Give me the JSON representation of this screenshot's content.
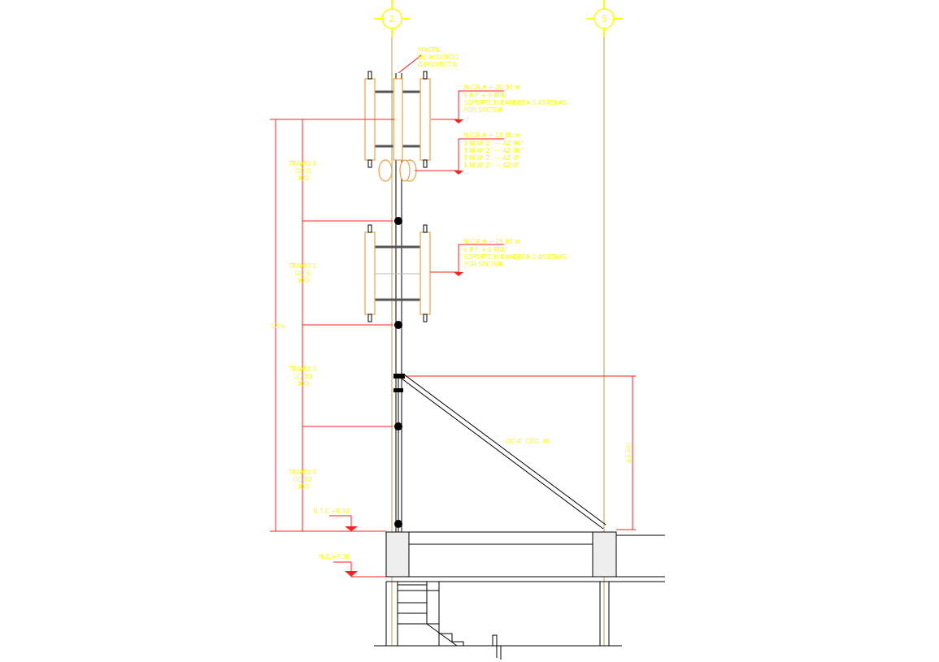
{
  "grid_bubbles": [
    "2",
    "5"
  ],
  "mast_note": [
    "MASTIL",
    "DE ACUERDO",
    "A PROYECTO"
  ],
  "callouts": [
    {
      "level": "N.C.R.A + 20.30 m",
      "lines": [
        "9 R.F + 9 RRU",
        "SOPORTE H BANDERA 3 ANTENAS",
        "POR SECTOR"
      ]
    },
    {
      "level": "N.C.R.A + 18.80 m",
      "lines": [
        "1 M.W. 2´ — AZ 90°",
        "1 M.W. 2´ — AZ 90°",
        "1 M.W. 2´ — AZ 0°",
        "1 M.W. 2´ — AZ 0°"
      ]
    },
    {
      "level": "N.C.R.A + 15.80 m",
      "lines": [
        "6 R.F + 6 RRU",
        "SOPORTE H BANDERA 2 ANTENAS",
        "POR SECTOR"
      ]
    }
  ],
  "sections": [
    {
      "name": "TRAMO 1",
      "spec": "OC 6",
      "length": "300"
    },
    {
      "name": "TRAMO 2",
      "spec": "OC 6",
      "length": "300"
    },
    {
      "name": "TRAMO 3",
      "spec": "OC 10",
      "length": "300"
    },
    {
      "name": "TRAMO 4",
      "spec": "OC 12",
      "length": "300"
    }
  ],
  "total_height": "12m",
  "levels": {
    "ntc": "N.T.C.+8.30",
    "na": "N.A.+7.30"
  },
  "brace": {
    "label": "OC-4\" CED. 40",
    "height": "±3.5m"
  },
  "colors": {
    "annotation": "#ffff00",
    "dimension": "#ff2020",
    "antenna": "#f0a040",
    "grid": "#c8b870"
  }
}
